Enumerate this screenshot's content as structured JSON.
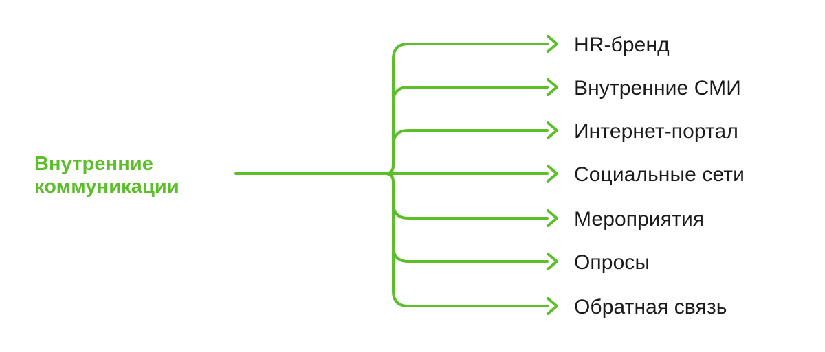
{
  "diagram": {
    "type": "mind-map",
    "title": "Внутренние коммуникации",
    "root": {
      "label_line1": "Внутренние",
      "label_line2": "коммуникации",
      "color": "#5CBE2A"
    },
    "colors": {
      "accent_green": "#5CBE2A",
      "label_text": "#1A1A1A",
      "background": "#FFFFFF"
    },
    "branches": [
      {
        "label": "HR-бренд",
        "arrow": "arrow-right-icon"
      },
      {
        "label": "Внутренние СМИ",
        "arrow": "arrow-right-icon"
      },
      {
        "label": "Интернет-портал",
        "arrow": "arrow-right-icon"
      },
      {
        "label": "Социальные сети",
        "arrow": "arrow-right-icon"
      },
      {
        "label": "Мероприятия",
        "arrow": "arrow-right-icon"
      },
      {
        "label": "Опросы",
        "arrow": "arrow-right-icon"
      },
      {
        "label": "Обратная связь",
        "arrow": "arrow-right-icon"
      }
    ]
  }
}
